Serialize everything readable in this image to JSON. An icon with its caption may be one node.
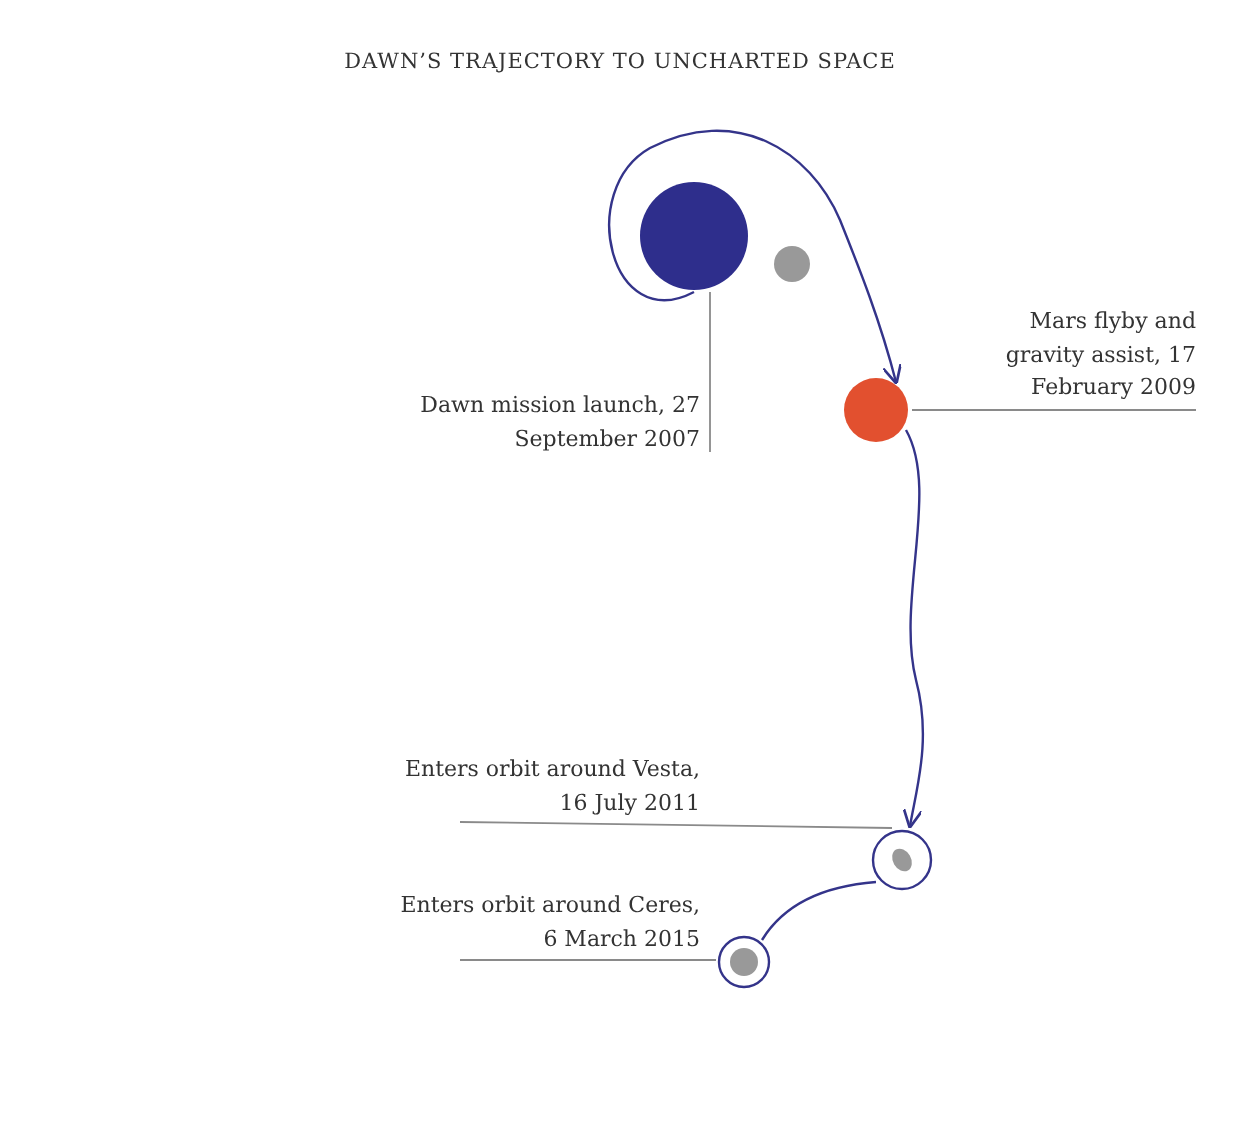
{
  "diagram": {
    "title": "DAWN’S TRAJECTORY TO UNCHARTED SPACE",
    "nodes": [
      {
        "text": [
          "Dawn mission launch, 27 September 2007"
        ]
      },
      {
        "text": [],
        "shape": "circle"
      },
      {
        "text": [],
        "shape": "circle"
      },
      {
        "text": [
          "Mars flyby and gravity assist, 17 February 2009"
        ]
      },
      {
        "text": [],
        "shape": "circle"
      },
      {
        "text": [
          "Enters orbit around Vesta, 16 July 2011"
        ]
      },
      {
        "text": [],
        "shape": "circle"
      },
      {
        "text": [
          "Enters orbit around Ceres, 6 March 2015"
        ]
      },
      {
        "text": [],
        "shape": "circle"
      }
    ],
    "edges": [
      {
        "from": 0,
        "to": 1,
        "arrow": "none"
      },
      {
        "from": 1,
        "to": 4,
        "arrow": "to"
      },
      {
        "from": 3,
        "to": 4,
        "arrow": "none"
      },
      {
        "from": 4,
        "to": 6,
        "arrow": "to"
      },
      {
        "from": 5,
        "to": 6,
        "arrow": "none"
      },
      {
        "from": 6,
        "to": 8,
        "arrow": "none"
      },
      {
        "from": 7,
        "to": 8,
        "arrow": "none"
      }
    ]
  }
}
